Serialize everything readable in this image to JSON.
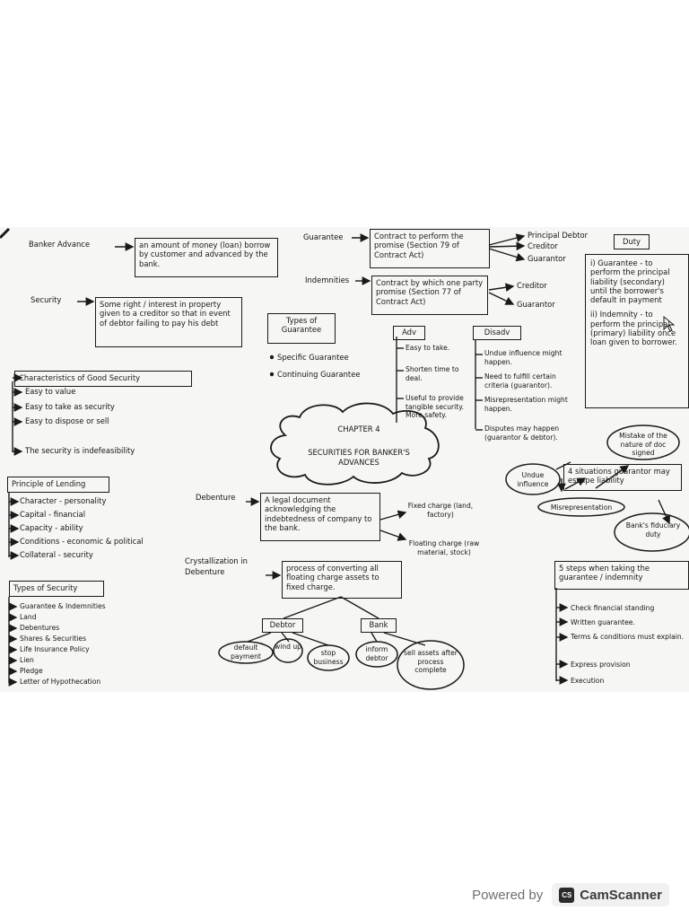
{
  "banker_advance": {
    "term": "Banker Advance",
    "definition": "an amount of money (loan) borrow by customer and advanced by the bank."
  },
  "security": {
    "term": "Security",
    "definition": "Some right / interest in property given to a creditor so that in event of debtor failing to pay his debt"
  },
  "characteristics": {
    "title": "Characteristics of Good Security",
    "items": [
      "Easy to value",
      "Easy to take as security",
      "Easy to dispose or sell",
      "The security is indefeasibility"
    ]
  },
  "principle_lending": {
    "title": "Principle of Lending",
    "items": [
      "Character - personality",
      "Capital - financial",
      "Capacity - ability",
      "Conditions - economic & political",
      "Collateral - security"
    ]
  },
  "types_security": {
    "title": "Types of Security",
    "items": [
      "Guarantee & Indemnities",
      "Land",
      "Debentures",
      "Shares & Securities",
      "Life Insurance Policy",
      "Lien",
      "Pledge",
      "Letter of Hypothecation"
    ]
  },
  "types_guarantee": {
    "title": "Types of Guarantee",
    "items": [
      "Specific Guarantee",
      "Continuing Guarantee"
    ]
  },
  "guarantee": {
    "term": "Guarantee",
    "definition": "Contract to perform the promise (Section 79 of Contract Act)",
    "parties": [
      "Principal Debtor",
      "Creditor",
      "Guarantor"
    ]
  },
  "indemnities": {
    "term": "Indemnities",
    "definition": "Contract by which one party promise (Section 77 of Contract Act)",
    "parties": [
      "Creditor",
      "Guarantor"
    ]
  },
  "duty": {
    "title": "Duty",
    "items": [
      "i) Guarantee - to perform the principal liability (secondary) until the borrower's default in payment",
      "ii) Indemnity - to perform the principal (primary) liability once loan given to borrower."
    ]
  },
  "adv": {
    "title": "Adv",
    "items": [
      "Easy to take.",
      "Shorten time to deal.",
      "Useful to provide tangible security. More safety."
    ]
  },
  "disadv": {
    "title": "Disadv",
    "items": [
      "Undue influence might happen.",
      "Need to fulfill certain criteria (guarantor).",
      "Misrepresentation might happen.",
      "Disputes may happen (guarantor & debtor)."
    ]
  },
  "chapter": {
    "line1": "CHAPTER 4",
    "line2": "SECURITIES FOR BANKER'S ADVANCES"
  },
  "debenture": {
    "term": "Debenture",
    "definition": "A legal document acknowledging the indebtedness of company to the bank.",
    "fixed": "Fixed charge (land, factory)",
    "floating": "Floating charge (raw material, stock)"
  },
  "crystallization": {
    "term": "Crystallization in Debenture",
    "definition": "process of converting all floating charge assets to fixed charge.",
    "debtor": "Debtor",
    "bank": "Bank",
    "debtor_items": [
      "default payment",
      "wind up",
      "stop business"
    ],
    "bank_items": [
      "inform debtor",
      "sell assets after process complete"
    ]
  },
  "escape": {
    "title": "4 situations guarantor may escape liability",
    "items": [
      "Mistake of the nature of doc signed",
      "Undue influence",
      "Misrepresentation",
      "Bank's fiduciary duty"
    ]
  },
  "steps": {
    "title": "5 steps when taking the guarantee / indemnity",
    "items": [
      "Check financial standing",
      "Written guarantee.",
      "Terms & conditions must explain.",
      "Express provision",
      "Execution"
    ]
  },
  "footer": {
    "powered": "Powered by",
    "logo": "CS",
    "brand": "CamScanner"
  }
}
